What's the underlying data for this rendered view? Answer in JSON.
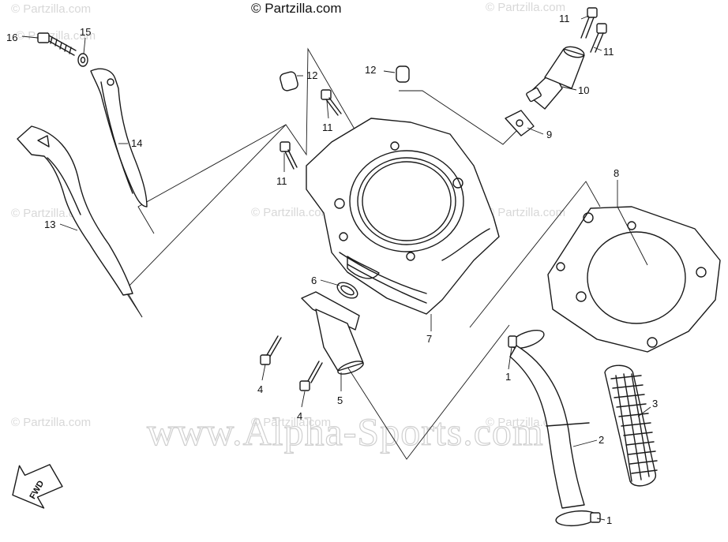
{
  "copyright": "© Partzilla.com",
  "watermark_small": "© Partzilla.com",
  "watermark_large": "www.Alpha-Sports.com",
  "fwd_label": "FWD",
  "callouts": {
    "c1a": "1",
    "c1b": "1",
    "c2": "2",
    "c3": "3",
    "c4a": "4",
    "c4b": "4",
    "c5": "5",
    "c6": "6",
    "c7": "7",
    "c8": "8",
    "c9": "9",
    "c10": "10",
    "c11a": "11",
    "c11b": "11",
    "c11c": "11",
    "c11d": "11",
    "c12a": "12",
    "c12b": "12",
    "c13": "13",
    "c14": "14",
    "c15": "15",
    "c16": "16"
  }
}
